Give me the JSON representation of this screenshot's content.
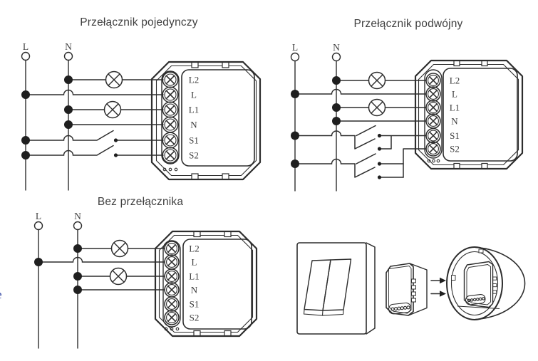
{
  "page": {
    "background": "#ffffff"
  },
  "colors": {
    "line": "#2d2d2d",
    "title_text": "#3f3f3f",
    "watermark_fragment": "#2b3f9f"
  },
  "diagrams": {
    "single": {
      "title": "Przełącznik pojedynczy",
      "wires": {
        "live": "L",
        "neutral": "N"
      },
      "terminals": [
        "L2",
        "L",
        "L1",
        "N",
        "S1",
        "S2"
      ],
      "lamp_count": 2,
      "switch_count": 2
    },
    "double": {
      "title": "Przełącznik podwójny",
      "wires": {
        "live": "L",
        "neutral": "N"
      },
      "terminals": [
        "L2",
        "L",
        "L1",
        "N",
        "S1",
        "S2"
      ],
      "lamp_count": 2,
      "switch_count": 4
    },
    "no_switch": {
      "title": "Bez przełącznika",
      "wires": {
        "live": "L",
        "neutral": "N"
      },
      "terminals": [
        "L2",
        "L",
        "L1",
        "N",
        "S1",
        "S2"
      ],
      "lamp_count": 2,
      "switch_count": 0
    }
  },
  "installation": {
    "items": [
      "double-rocker-wall-switch",
      "smart-relay-module-3d",
      "round-junction-box-with-module"
    ],
    "arrow_icon": "right-arrow",
    "arrow_count": 2
  }
}
